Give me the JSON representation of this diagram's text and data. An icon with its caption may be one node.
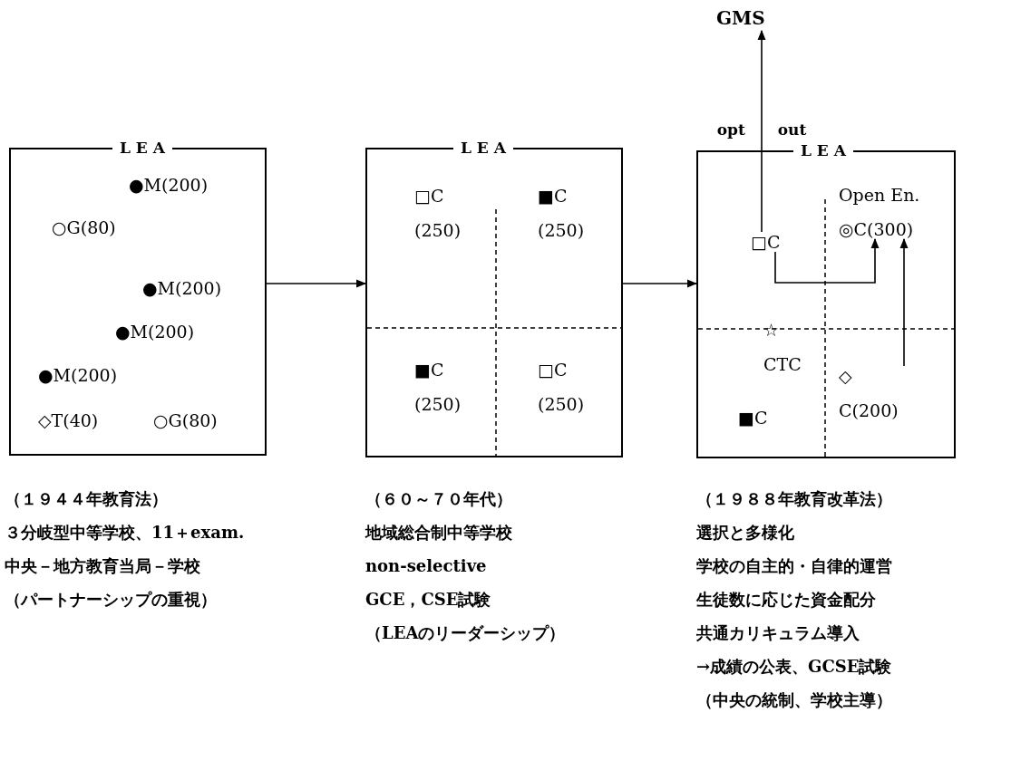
{
  "diagram": {
    "nodes": [
      {
        "text": [
          "L E A"
        ],
        "beside": [
          "（１９４４年教育法）",
          "３分岐型中等学校、11＋exam.",
          "中央－地方教育当局－学校",
          "（パートナーシップの重視）"
        ]
      },
      {
        "text": [
          "●M(200)"
        ],
        "in": 0
      },
      {
        "text": [
          "○G(80)"
        ],
        "in": 0
      },
      {
        "text": [
          "●M(200)"
        ],
        "in": 0
      },
      {
        "text": [
          "●M(200)"
        ],
        "in": 0
      },
      {
        "text": [
          "●M(200)"
        ],
        "in": 0
      },
      {
        "text": [
          "◇T(40)"
        ],
        "in": 0
      },
      {
        "text": [
          "○G(80)"
        ],
        "in": 0
      },
      {
        "text": [
          "L E A"
        ],
        "beside": [
          "（６０～７０年代）",
          "地域総合制中等学校",
          "non-selective",
          "GCE，CSE試験",
          "（LEAのリーダーシップ）"
        ]
      },
      {
        "text": [
          "□C",
          "(250)"
        ],
        "in": 8
      },
      {
        "text": [
          "■C",
          "(250)"
        ],
        "in": 8
      },
      {
        "text": [
          "■C",
          "(250)"
        ],
        "in": 8
      },
      {
        "text": [
          "□C",
          "(250)"
        ],
        "in": 8
      },
      {
        "text": [
          "GMS"
        ]
      },
      {
        "text": [
          "L E A"
        ],
        "beside": [
          "（１９８８年教育改革法）",
          "選択と多様化",
          "学校の自主的・自律的運営",
          "生徒数に応じた資金配分",
          "共通カリキュラム導入",
          "→成績の公表、GCSE試験",
          "（中央の統制、学校主導）"
        ]
      },
      {
        "text": [
          "□C"
        ],
        "in": 14
      },
      {
        "text": [
          "Open En.",
          "◎C(300)"
        ],
        "in": 14
      },
      {
        "text": [
          "☆",
          "CTC"
        ],
        "in": 14
      },
      {
        "text": [
          "■C"
        ],
        "in": 14
      },
      {
        "text": [
          "◇",
          "C(200)"
        ],
        "in": 14
      }
    ],
    "edges": [
      {
        "from": 0,
        "to": 8,
        "arrow": "to"
      },
      {
        "from": 8,
        "to": 14,
        "arrow": "to"
      },
      {
        "from": 15,
        "to": 13,
        "arrow": "to",
        "label": "opt out"
      },
      {
        "from": 15,
        "to": 16,
        "arrow": "to"
      },
      {
        "from": 19,
        "to": 16,
        "arrow": "to"
      }
    ]
  }
}
